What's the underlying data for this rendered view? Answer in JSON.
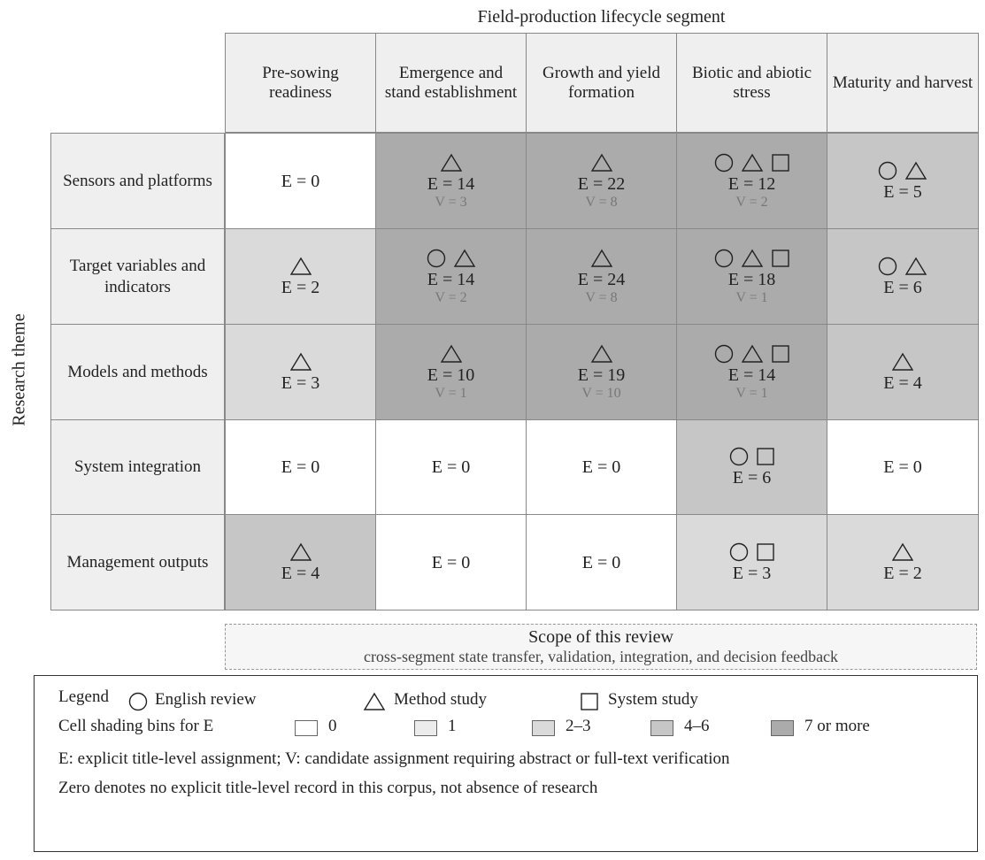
{
  "header": {
    "column_axis_title": "Field-production lifecycle segment",
    "row_axis_title": "Research theme"
  },
  "columns": [
    {
      "label": "Pre-sowing readiness"
    },
    {
      "label": "Emergence and stand establishment"
    },
    {
      "label": "Growth and yield formation"
    },
    {
      "label": "Biotic and abiotic stress"
    },
    {
      "label": "Maturity and harvest"
    }
  ],
  "rows": [
    {
      "label": "Sensors and platforms",
      "cells": [
        {
          "symbols": [],
          "e": "E = 0",
          "v": "",
          "bin": 0
        },
        {
          "symbols": [
            "triangle"
          ],
          "e": "E = 14",
          "v": "V = 3",
          "bin": 4
        },
        {
          "symbols": [
            "triangle"
          ],
          "e": "E = 22",
          "v": "V = 8",
          "bin": 4
        },
        {
          "symbols": [
            "circle",
            "triangle",
            "square"
          ],
          "e": "E = 12",
          "v": "V = 2",
          "bin": 4
        },
        {
          "symbols": [
            "circle",
            "triangle"
          ],
          "e": "E = 5",
          "v": "",
          "bin": 3
        }
      ]
    },
    {
      "label": "Target variables and indicators",
      "cells": [
        {
          "symbols": [
            "triangle"
          ],
          "e": "E = 2",
          "v": "",
          "bin": 2
        },
        {
          "symbols": [
            "circle",
            "triangle"
          ],
          "e": "E = 14",
          "v": "V = 2",
          "bin": 4
        },
        {
          "symbols": [
            "triangle"
          ],
          "e": "E = 24",
          "v": "V = 8",
          "bin": 4
        },
        {
          "symbols": [
            "circle",
            "triangle",
            "square"
          ],
          "e": "E = 18",
          "v": "V = 1",
          "bin": 4
        },
        {
          "symbols": [
            "circle",
            "triangle"
          ],
          "e": "E = 6",
          "v": "",
          "bin": 3
        }
      ]
    },
    {
      "label": "Models and methods",
      "cells": [
        {
          "symbols": [
            "triangle"
          ],
          "e": "E = 3",
          "v": "",
          "bin": 2
        },
        {
          "symbols": [
            "triangle"
          ],
          "e": "E = 10",
          "v": "V = 1",
          "bin": 4
        },
        {
          "symbols": [
            "triangle"
          ],
          "e": "E = 19",
          "v": "V = 10",
          "bin": 4
        },
        {
          "symbols": [
            "circle",
            "triangle",
            "square"
          ],
          "e": "E = 14",
          "v": "V = 1",
          "bin": 4
        },
        {
          "symbols": [
            "triangle"
          ],
          "e": "E = 4",
          "v": "",
          "bin": 3
        }
      ]
    },
    {
      "label": "System integration",
      "cells": [
        {
          "symbols": [],
          "e": "E = 0",
          "v": "",
          "bin": 0
        },
        {
          "symbols": [],
          "e": "E = 0",
          "v": "",
          "bin": 0
        },
        {
          "symbols": [],
          "e": "E = 0",
          "v": "",
          "bin": 0
        },
        {
          "symbols": [
            "circle",
            "square"
          ],
          "e": "E = 6",
          "v": "",
          "bin": 3
        },
        {
          "symbols": [],
          "e": "E = 0",
          "v": "",
          "bin": 0
        }
      ]
    },
    {
      "label": "Management outputs",
      "cells": [
        {
          "symbols": [
            "triangle"
          ],
          "e": "E = 4",
          "v": "",
          "bin": 3
        },
        {
          "symbols": [],
          "e": "E = 0",
          "v": "",
          "bin": 0
        },
        {
          "symbols": [],
          "e": "E = 0",
          "v": "",
          "bin": 0
        },
        {
          "symbols": [
            "circle",
            "square"
          ],
          "e": "E = 3",
          "v": "",
          "bin": 2
        },
        {
          "symbols": [
            "triangle"
          ],
          "e": "E = 2",
          "v": "",
          "bin": 2
        }
      ]
    }
  ],
  "scope": {
    "title": "Scope of this review",
    "subtitle": "cross-segment state transfer, validation, integration, and decision feedback"
  },
  "legend": {
    "title": "Legend",
    "symbol_items": [
      {
        "icon": "circle",
        "label": "English review"
      },
      {
        "icon": "triangle",
        "label": "Method study"
      },
      {
        "icon": "square",
        "label": "System study"
      }
    ],
    "bins_label": "Cell shading bins for E",
    "bins": [
      "0",
      "1",
      "2–3",
      "4–6",
      "7 or more"
    ],
    "bin_colors": [
      "#ffffff",
      "#ececec",
      "#dadada",
      "#c6c6c6",
      "#ababab"
    ],
    "note1": "E: explicit title-level assignment; V: candidate assignment requiring abstract or full-text verification",
    "note2": "Zero denotes no explicit title-level record in this corpus, not absence of research"
  }
}
